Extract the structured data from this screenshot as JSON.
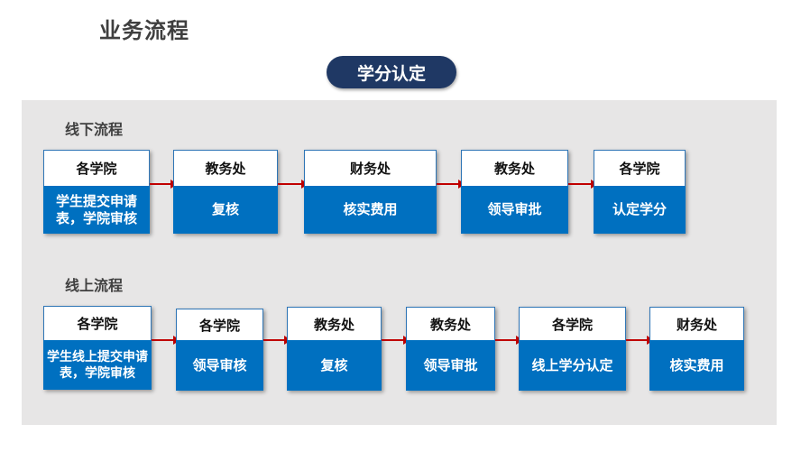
{
  "page_title": "业务流程",
  "pill_label": "学分认定",
  "offline": {
    "label": "线下流程",
    "steps": [
      {
        "head": "各学院",
        "body": "学生提交申请表，学院审核"
      },
      {
        "head": "教务处",
        "body": "复核"
      },
      {
        "head": "财务处",
        "body": "核实费用"
      },
      {
        "head": "教务处",
        "body": "领导审批"
      },
      {
        "head": "各学院",
        "body": "认定学分"
      }
    ]
  },
  "online": {
    "label": "线上流程",
    "steps": [
      {
        "head": "各学院",
        "body": "学生线上提交申请表，学院审核"
      },
      {
        "head": "各学院",
        "body": "领导审核"
      },
      {
        "head": "教务处",
        "body": "复核"
      },
      {
        "head": "教务处",
        "body": "领导审批"
      },
      {
        "head": "各学院",
        "body": "线上学分认定"
      },
      {
        "head": "财务处",
        "body": "核实费用"
      }
    ]
  },
  "colors": {
    "header_bg": "#ffffff",
    "body_bg": "#0070c0",
    "arrow": "#c00000",
    "pill_bg": "#1f3864",
    "panel_bg": "#e7e6e6"
  }
}
